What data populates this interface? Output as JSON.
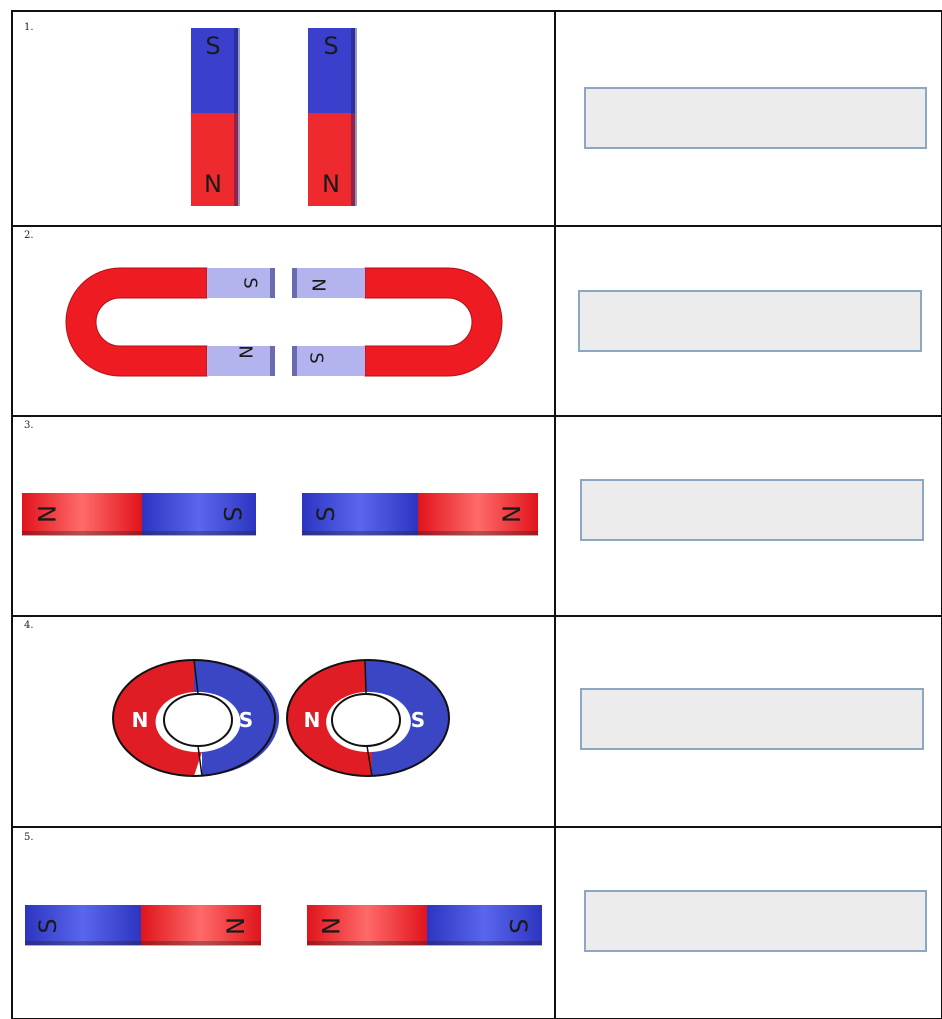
{
  "worksheet": {
    "rows": [
      {
        "number": "1.",
        "left_pole_top": "S",
        "left_pole_bottom": "N",
        "right_pole_top": "S",
        "right_pole_bottom": "N"
      },
      {
        "number": "2.",
        "upper_left": "S",
        "upper_right": "N",
        "lower_left": "N",
        "lower_right": "S"
      },
      {
        "number": "3.",
        "left_magnet_left": "N",
        "left_magnet_right": "S",
        "right_magnet_left": "S",
        "right_magnet_right": "N"
      },
      {
        "number": "4.",
        "ring1_left": "N",
        "ring1_right": "S",
        "ring2_left": "N",
        "ring2_right": "S"
      },
      {
        "number": "5.",
        "left_magnet_left": "S",
        "left_magnet_right": "N",
        "right_magnet_left": "N",
        "right_magnet_right": "S"
      }
    ],
    "colors": {
      "north": "#e8141c",
      "south": "#3340c8",
      "pole_face": "#b3b3ee",
      "answer_fill": "#ececec",
      "answer_border": "#8da6c2"
    }
  }
}
